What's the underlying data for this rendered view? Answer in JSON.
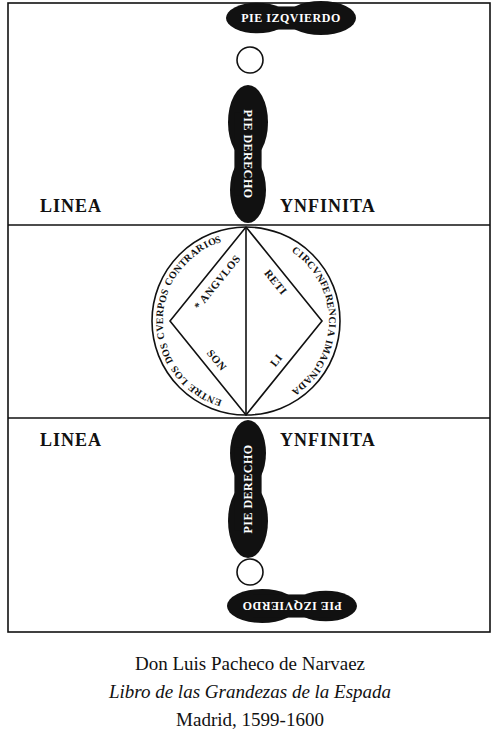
{
  "diagram": {
    "caption": "Don Luis Pacheco de Narvaez",
    "nodes": [
      {
        "text": [
          "PIE IZQVIERDO"
        ]
      },
      {
        "text": [
          "PIE DERECHO"
        ]
      },
      {
        "text": [
          "ENTRE LOS DOS CVERPOS CONTRARIOS",
          "CIRCVNFERENCIA IMAGINADA"
        ]
      },
      {
        "text": [
          "PIE DERECHO"
        ]
      },
      {
        "text": [
          "PIE IZQVIERDO"
        ]
      }
    ],
    "labels": [
      "LINEA",
      "YNFINITA",
      "* ANGVLOS",
      "RETI",
      "LI",
      "SON",
      "LINEA",
      "YNFINITA",
      "Libro de las Grandezas de la Espada",
      "Madrid, 1599-1600"
    ]
  }
}
